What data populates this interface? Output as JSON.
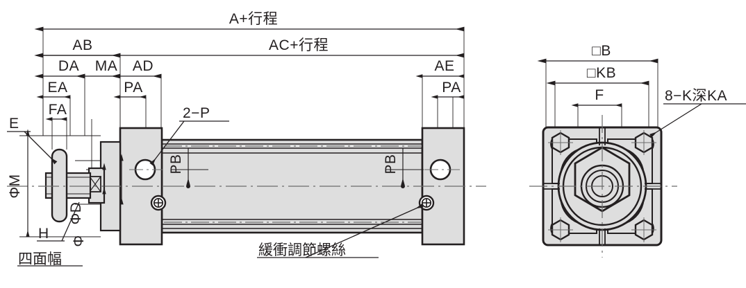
{
  "drawing": {
    "title": "Pneumatic Cylinder Dimensional Drawing",
    "colors": {
      "line": "#231f20",
      "body_fill": "#dedede",
      "body_fill_light": "#e4e4e4",
      "centerline": "#6b6b6b",
      "background": "#ffffff"
    },
    "views": {
      "side": {
        "name": "side-section-view"
      },
      "end": {
        "name": "end-face-view"
      }
    }
  },
  "labels": {
    "a_stroke": "A+行程",
    "ac_stroke": "AC+行程",
    "ab": "AB",
    "da": "DA",
    "ma": "MA",
    "ad": "AD",
    "ea": "EA",
    "fa": "FA",
    "pa_left": "PA",
    "pa_right": "PA",
    "ae": "AE",
    "e": "E",
    "phi_m": "ΦM",
    "phi_d": "ΦD",
    "phi": "Φ",
    "h": "H",
    "four_face_width": "四面幅",
    "two_p": "2−P",
    "pb_left": "PB",
    "pb_right": "PB",
    "cushion_screw": "緩衝調節螺絲",
    "box_b": "□B",
    "box_kb": "□KB",
    "f": "F",
    "eight_k_deep_ka": "8−K深KA"
  }
}
